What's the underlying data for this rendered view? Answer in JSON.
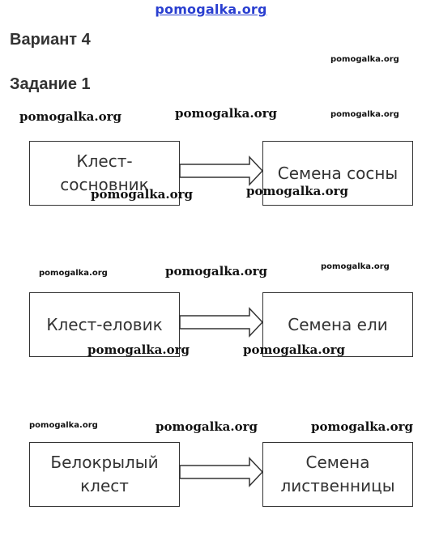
{
  "site_logo": "pomogalka.org",
  "variant_title": "Вариант 4",
  "task_title": "Задание 1",
  "watermark": "pomogalka.org",
  "chains": [
    {
      "source": "Клест-\nсосновник",
      "target": "Семена сосны"
    },
    {
      "source": "Клест-еловик",
      "target": "Семена ели"
    },
    {
      "source": "Белокрылый\nклест",
      "target": "Семена\nлиственницы"
    }
  ]
}
